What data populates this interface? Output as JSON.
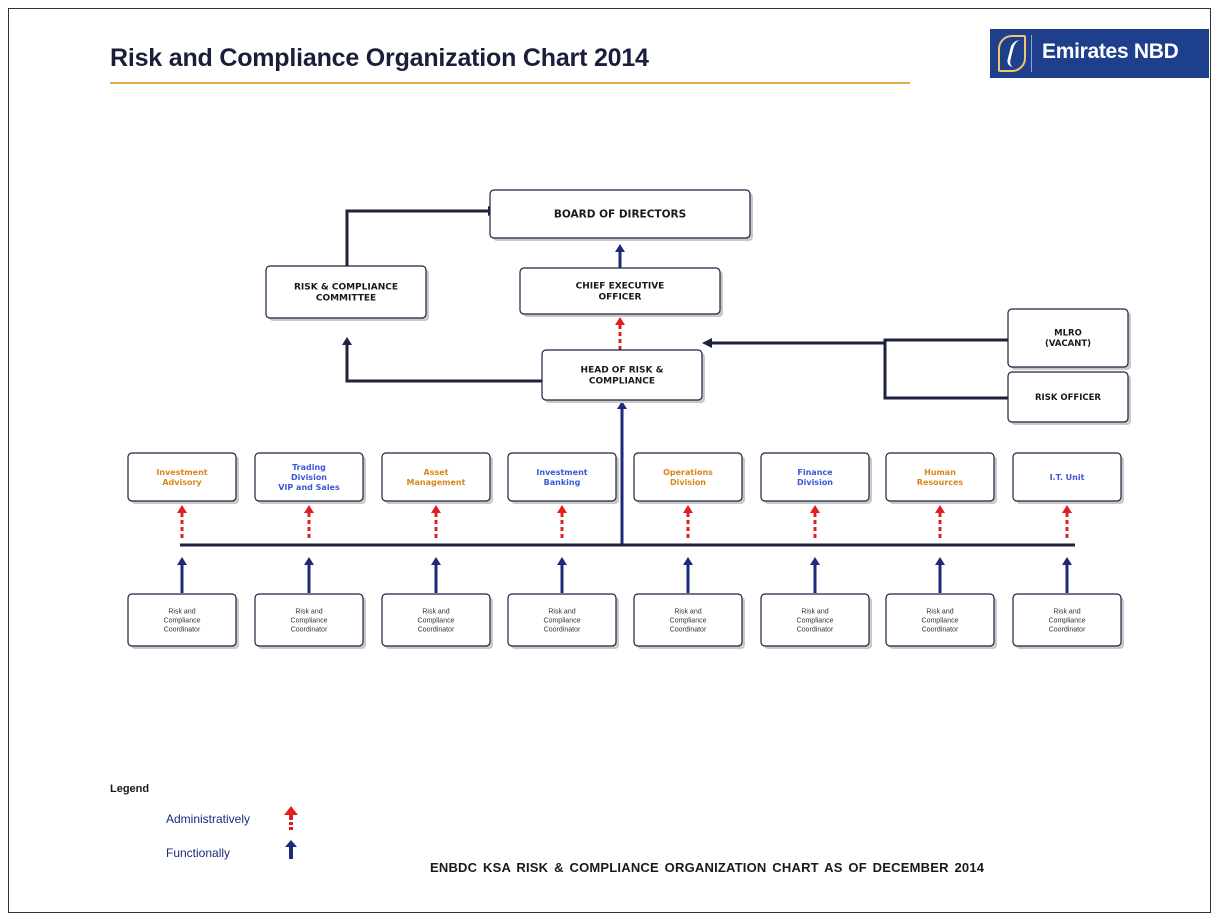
{
  "header": {
    "title": "Risk and Compliance Organization Chart 2014",
    "logo_text": "Emirates NBD"
  },
  "org": {
    "board": [
      "BOARD OF DIRECTORS"
    ],
    "ceo": [
      "CHIEF EXECUTIVE",
      "OFFICER"
    ],
    "committee": [
      "RISK & COMPLIANCE",
      "COMMITTEE"
    ],
    "head": [
      "HEAD OF RISK &",
      "COMPLIANCE"
    ],
    "mlro": [
      "MLRO",
      "(VACANT)"
    ],
    "risk_officer": [
      "RISK OFFICER"
    ],
    "divisions": [
      {
        "lines": [
          "Investment",
          "Advisory"
        ],
        "color": "#d8861a"
      },
      {
        "lines": [
          "Trading",
          "Division",
          "VIP and Sales"
        ],
        "color": "#3b57d6"
      },
      {
        "lines": [
          "Asset",
          "Management"
        ],
        "color": "#d8861a"
      },
      {
        "lines": [
          "Investment",
          "Banking"
        ],
        "color": "#3b57d6"
      },
      {
        "lines": [
          "Operations",
          "Division"
        ],
        "color": "#d8861a"
      },
      {
        "lines": [
          "Finance",
          "Division"
        ],
        "color": "#3b57d6"
      },
      {
        "lines": [
          "Human",
          "Resources"
        ],
        "color": "#d8861a"
      },
      {
        "lines": [
          "I.T. Unit"
        ],
        "color": "#3b57d6"
      }
    ],
    "coordinator": [
      "Risk and",
      "Compliance",
      "Coordinator"
    ]
  },
  "legend": {
    "title": "Legend",
    "administratively": "Administratively",
    "functionally": "Functionally",
    "admin_color": "#e02020",
    "func_color": "#1d2a7a"
  },
  "footer": "ENBDC KSA RISK & COMPLIANCE ORGANIZATION CHART AS OF DECEMBER 2014"
}
